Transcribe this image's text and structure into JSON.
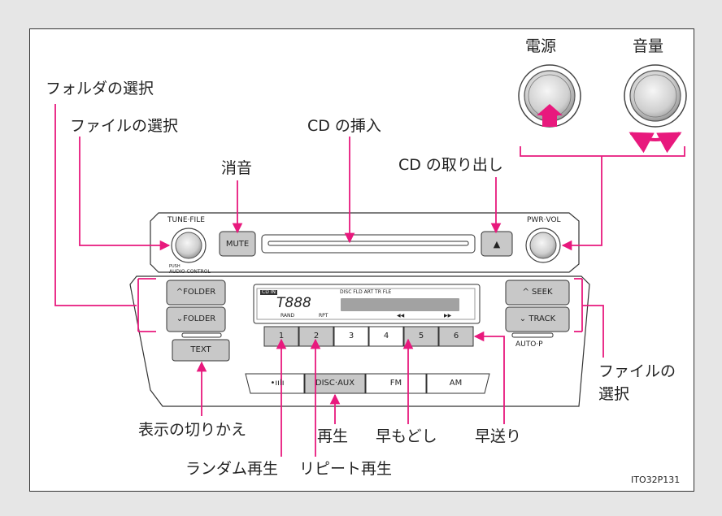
{
  "labels": {
    "power": "電源",
    "volume": "音量",
    "folder_select": "フォルダの選択",
    "file_select": "ファイルの選択",
    "cd_insert": "CD の挿入",
    "mute": "消音",
    "cd_eject": "CD の取り出し",
    "file_select_right_1": "ファイルの",
    "file_select_right_2": "選択",
    "display_switch": "表示の切りかえ",
    "play": "再生",
    "rewind": "早もどし",
    "fast_forward": "早送り",
    "random_play": "ランダム再生",
    "repeat_play": "リピート再生"
  },
  "panel": {
    "tune_file": "TUNE·FILE",
    "push_audio_control_1": "PUSH",
    "push_audio_control_2": "AUDIO CONTROL",
    "mute_button": "MUTE",
    "eject_button": "▲",
    "pwr_vol": "PWR·VOL",
    "folder_up": "^FOLDER",
    "folder_down": "⌄FOLDER",
    "text_button": "TEXT",
    "seek_button": "^ SEEK",
    "track_button": "⌄ TRACK",
    "auto_p": "AUTO·P",
    "presets": [
      "1",
      "2",
      "3",
      "4",
      "5",
      "6"
    ],
    "sources": [
      "•ıılı",
      "DISC·AUX",
      "FM",
      "AM"
    ],
    "display_main": "T888",
    "display_indicators": "DISC  FLD ART  TR  FLE",
    "display_rand": "RAND",
    "display_rpt": "RPT",
    "display_rew": "◀◀",
    "display_ff": "▶▶",
    "cd_in": "CD IN"
  },
  "figure_code": "ITO32P131",
  "colors": {
    "arrow": "#e8197d",
    "highlight": "#c8c8c8",
    "knob_ring": "#888888"
  }
}
